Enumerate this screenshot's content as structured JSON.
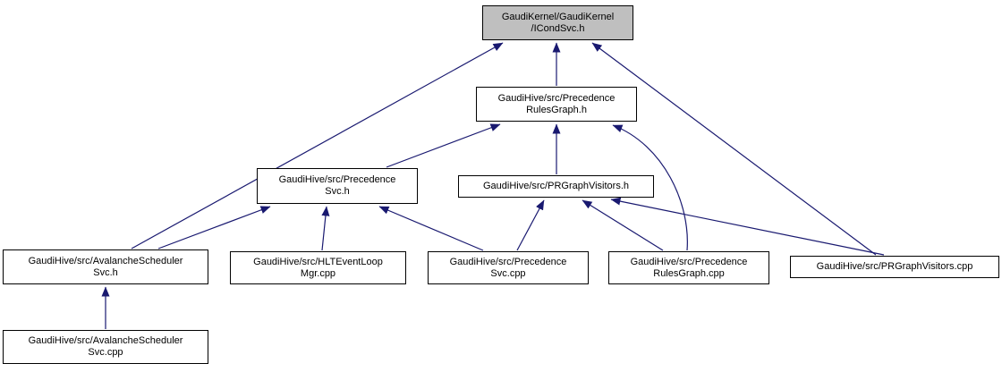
{
  "diagram": {
    "type": "include-dependency-graph",
    "description": "Files directly or indirectly including ICondSvc.h",
    "colors": {
      "edge": "#191970",
      "node_border": "#000000",
      "node_fill": "#ffffff",
      "highlight_fill": "#bfbfbf",
      "text": "#000000",
      "background": "#ffffff"
    },
    "nodes": [
      {
        "id": "icondsvc-h",
        "label": "GaudiKernel/GaudiKernel/ICondSvc.h",
        "lines": [
          "GaudiKernel/GaudiKernel",
          "/ICondSvc.h"
        ],
        "highlighted": true
      },
      {
        "id": "precedence-rules-graph-h",
        "label": "GaudiHive/src/PrecedenceRulesGraph.h",
        "lines": [
          "GaudiHive/src/Precedence",
          "RulesGraph.h"
        ],
        "highlighted": false
      },
      {
        "id": "precedence-svc-h",
        "label": "GaudiHive/src/PrecedenceSvc.h",
        "lines": [
          "GaudiHive/src/Precedence",
          "Svc.h"
        ],
        "highlighted": false
      },
      {
        "id": "pr-graph-visitors-h",
        "label": "GaudiHive/src/PRGraphVisitors.h",
        "lines": [
          "GaudiHive/src/PRGraphVisitors.h"
        ],
        "highlighted": false
      },
      {
        "id": "avalanche-scheduler-svc-h",
        "label": "GaudiHive/src/AvalancheSchedulerSvc.h",
        "lines": [
          "GaudiHive/src/AvalancheScheduler",
          "Svc.h"
        ],
        "highlighted": false
      },
      {
        "id": "hlt-event-loop-mgr-cpp",
        "label": "GaudiHive/src/HLTEventLoopMgr.cpp",
        "lines": [
          "GaudiHive/src/HLTEventLoop",
          "Mgr.cpp"
        ],
        "highlighted": false
      },
      {
        "id": "precedence-svc-cpp",
        "label": "GaudiHive/src/PrecedenceSvc.cpp",
        "lines": [
          "GaudiHive/src/Precedence",
          "Svc.cpp"
        ],
        "highlighted": false
      },
      {
        "id": "precedence-rules-graph-cpp",
        "label": "GaudiHive/src/PrecedenceRulesGraph.cpp",
        "lines": [
          "GaudiHive/src/Precedence",
          "RulesGraph.cpp"
        ],
        "highlighted": false
      },
      {
        "id": "pr-graph-visitors-cpp",
        "label": "GaudiHive/src/PRGraphVisitors.cpp",
        "lines": [
          "GaudiHive/src/PRGraphVisitors.cpp"
        ],
        "highlighted": false
      },
      {
        "id": "avalanche-scheduler-svc-cpp",
        "label": "GaudiHive/src/AvalancheSchedulerSvc.cpp",
        "lines": [
          "GaudiHive/src/AvalancheScheduler",
          "Svc.cpp"
        ],
        "highlighted": false
      }
    ],
    "edges": [
      {
        "from": "precedence-rules-graph-h",
        "to": "icondsvc-h"
      },
      {
        "from": "avalanche-scheduler-svc-h",
        "to": "icondsvc-h"
      },
      {
        "from": "pr-graph-visitors-cpp",
        "to": "icondsvc-h"
      },
      {
        "from": "precedence-svc-h",
        "to": "precedence-rules-graph-h"
      },
      {
        "from": "pr-graph-visitors-h",
        "to": "precedence-rules-graph-h"
      },
      {
        "from": "precedence-rules-graph-cpp",
        "to": "precedence-rules-graph-h"
      },
      {
        "from": "avalanche-scheduler-svc-h",
        "to": "precedence-svc-h"
      },
      {
        "from": "hlt-event-loop-mgr-cpp",
        "to": "precedence-svc-h"
      },
      {
        "from": "precedence-svc-cpp",
        "to": "precedence-svc-h"
      },
      {
        "from": "precedence-svc-cpp",
        "to": "pr-graph-visitors-h"
      },
      {
        "from": "precedence-rules-graph-cpp",
        "to": "pr-graph-visitors-h"
      },
      {
        "from": "pr-graph-visitors-cpp",
        "to": "pr-graph-visitors-h"
      },
      {
        "from": "avalanche-scheduler-svc-cpp",
        "to": "avalanche-scheduler-svc-h"
      }
    ]
  }
}
